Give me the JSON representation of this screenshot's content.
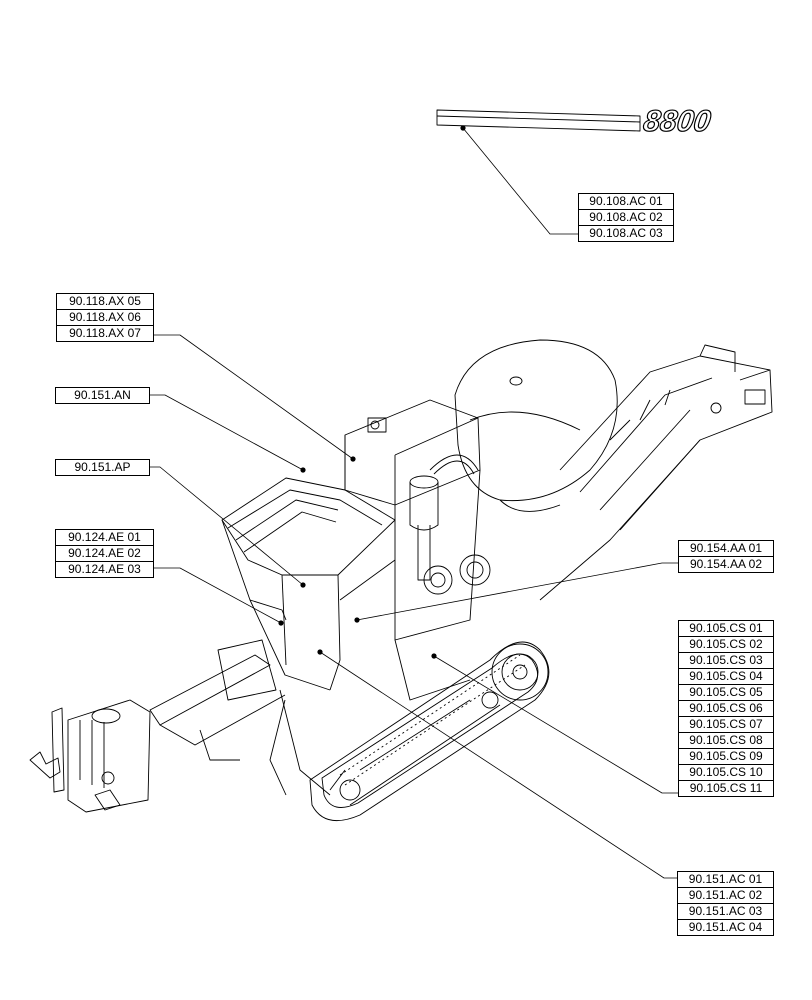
{
  "decal_logo_text": "8800",
  "callouts": {
    "decal_8800": [
      "90.108.AC 01",
      "90.108.AC 02",
      "90.108.AC 03"
    ],
    "ax": [
      "90.118.AX 05",
      "90.118.AX 06",
      "90.118.AX 07"
    ],
    "an": [
      "90.151.AN"
    ],
    "ap": [
      "90.151.AP"
    ],
    "ae": [
      "90.124.AE 01",
      "90.124.AE 02",
      "90.124.AE 03"
    ],
    "aa": [
      "90.154.AA 01",
      "90.154.AA 02"
    ],
    "cs": [
      "90.105.CS 01",
      "90.105.CS 02",
      "90.105.CS 03",
      "90.105.CS 04",
      "90.105.CS 05",
      "90.105.CS 06",
      "90.105.CS 07",
      "90.105.CS 08",
      "90.105.CS 09",
      "90.105.CS 10",
      "90.105.CS 11"
    ],
    "ac": [
      "90.151.AC 01",
      "90.151.AC 02",
      "90.151.AC 03",
      "90.151.AC 04"
    ]
  },
  "colors": {
    "line": "#000000",
    "background": "#ffffff",
    "logo_fill": "#ffffff"
  }
}
